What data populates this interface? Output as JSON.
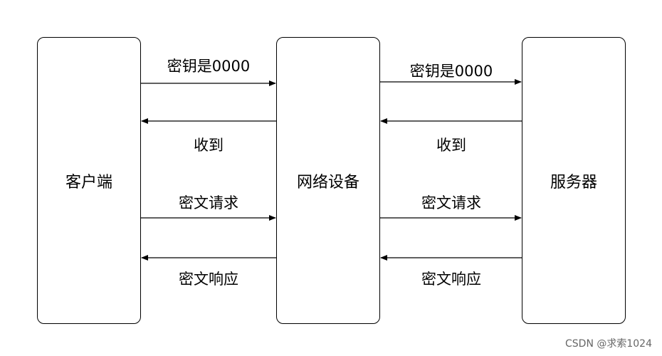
{
  "nodes": {
    "client": "客户端",
    "network": "网络设备",
    "server": "服务器"
  },
  "left_messages": [
    {
      "label": "密钥是0000",
      "direction": "right"
    },
    {
      "label": "收到",
      "direction": "left"
    },
    {
      "label": "密文请求",
      "direction": "right"
    },
    {
      "label": "密文响应",
      "direction": "left"
    }
  ],
  "right_messages": [
    {
      "label": "密钥是0000",
      "direction": "right"
    },
    {
      "label": "收到",
      "direction": "left"
    },
    {
      "label": "密文请求",
      "direction": "right"
    },
    {
      "label": "密文响应",
      "direction": "left"
    }
  ],
  "watermark": "CSDN @求索1024"
}
